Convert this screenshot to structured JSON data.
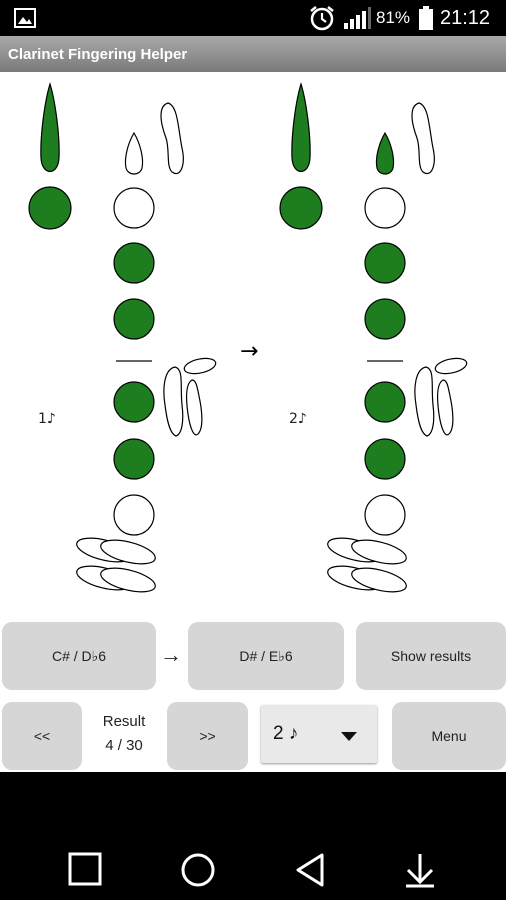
{
  "status_bar": {
    "battery": "81%",
    "time": "21:12"
  },
  "app": {
    "title": "Clarinet Fingering Helper"
  },
  "diagram": {
    "arrow": "→",
    "left": {
      "label": "1♪",
      "thumb_closed": true,
      "register_closed": false,
      "holes_closed": [
        false,
        true,
        true,
        true,
        true,
        false
      ]
    },
    "right": {
      "label": "2♪",
      "thumb_closed": true,
      "register_closed": true,
      "holes_closed": [
        false,
        true,
        true,
        true,
        true,
        false
      ]
    }
  },
  "controls": {
    "from_note": "C# / D♭6",
    "arrow": "→",
    "to_note": "D# / E♭6",
    "show_results": "Show results",
    "prev": "<<",
    "result_label": "Result",
    "result_count": "4 / 30",
    "next": ">>",
    "select_value": "2 ♪",
    "menu": "Menu"
  },
  "colors": {
    "closed_key": "#1e7d1e",
    "title_bar": "#8a8a8a",
    "button_bg": "#d6d6d6"
  }
}
